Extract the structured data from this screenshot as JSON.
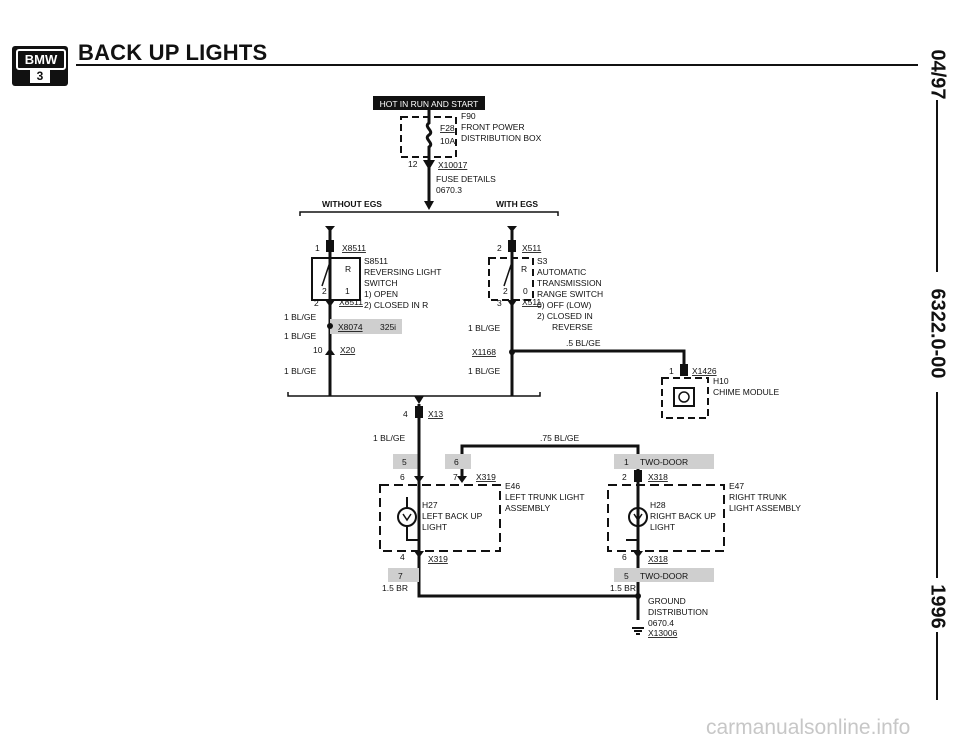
{
  "header": {
    "logo_brand": "BMW",
    "logo_series": "3",
    "title": "BACK UP LIGHTS"
  },
  "side": {
    "date": "04/97",
    "code": "6322.0-00",
    "year": "1996"
  },
  "banner": "HOT IN RUN AND START",
  "fuse": {
    "ref": "F28",
    "rating": "10A",
    "id": "F90",
    "name": [
      "FRONT POWER",
      "DISTRIBUTION BOX"
    ]
  },
  "x10017": {
    "pin": "12",
    "ref": "X10017"
  },
  "fuse_details": [
    "FUSE DETAILS",
    "0670.3"
  ],
  "without_egs": "WITHOUT EGS",
  "with_egs": "WITH EGS",
  "s8511": {
    "top_pin": "1",
    "top_ref": "X8511",
    "id": "S8511",
    "name": [
      "REVERSING LIGHT",
      "SWITCH"
    ],
    "state1": "1)  OPEN",
    "state2": "2)  CLOSED IN R",
    "bot_pin": "2",
    "bot_ref": "X8511",
    "r": "R",
    "p2": "2",
    "p1": "1"
  },
  "s3": {
    "top_pin": "2",
    "top_ref": "X511",
    "id": "S3",
    "name": [
      "AUTOMATIC",
      "TRANSMISSION",
      "RANGE SWITCH"
    ],
    "state0": "0)  OFF (LOW)",
    "state2a": "2)  CLOSED IN",
    "state2b": "REVERSE",
    "bot_pin": "3",
    "bot_ref": "X511",
    "r": "R",
    "p2": "2",
    "p0": "0"
  },
  "wires": {
    "w1": "1 BL/GE",
    "w2": "1 BL/GE",
    "w3": "1 BL/GE",
    "w4": "1 BL/GE",
    "w5": "1 BL/GE",
    "w6": ".5 BL/GE",
    "w7": "1 BL/GE",
    "w8": ".75 BL/GE",
    "w9": "1.5 BR",
    "w10": "1.5 BR"
  },
  "x8074": {
    "ref": "X8074",
    "code": "325i"
  },
  "x20": {
    "pin": "10",
    "ref": "X20"
  },
  "x1168": "X1168",
  "chime": {
    "pin": "1",
    "ref": "X1426",
    "id": "H10",
    "name": "CHIME MODULE"
  },
  "x13": {
    "pin": "4",
    "ref": "X13"
  },
  "left_lamp": {
    "box5": "5",
    "box6": "6",
    "pin6": "6",
    "pin7": "7",
    "ref_top": "X319",
    "id": "E46",
    "name": [
      "LEFT TRUNK LIGHT",
      "ASSEMBLY"
    ],
    "lamp_id": "H27",
    "lamp_name": [
      "LEFT BACK UP",
      "LIGHT"
    ],
    "pin4": "4",
    "ref_bot": "X319",
    "box7": "7"
  },
  "right_lamp": {
    "box1": "1",
    "two_door_top": "TWO-DOOR",
    "pin2": "2",
    "ref_top": "X318",
    "id": "E47",
    "name": [
      "RIGHT TRUNK",
      "LIGHT ASSEMBLY"
    ],
    "lamp_id": "H28",
    "lamp_name": [
      "RIGHT BACK UP",
      "LIGHT"
    ],
    "pin6": "6",
    "ref_bot": "X318",
    "box5": "5",
    "two_door_bot": "TWO-DOOR"
  },
  "ground": {
    "lines": [
      "GROUND",
      "DISTRIBUTION",
      "0670.4"
    ],
    "ref": "X13006"
  },
  "watermark": "carmanualsonline.info"
}
